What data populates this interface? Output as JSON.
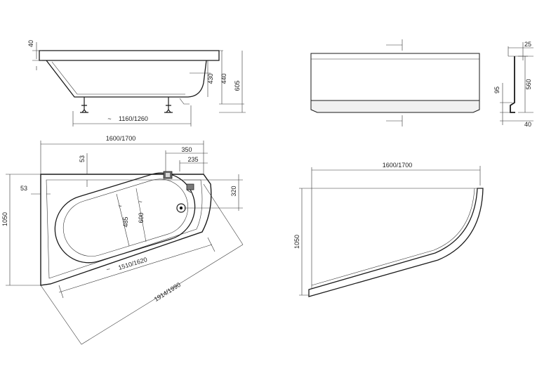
{
  "side_view": {
    "dim_rim": "40",
    "dim_height_a": "430",
    "dim_height_b": "440",
    "dim_height_total": "605",
    "dim_length": "1160/1260",
    "approx_symbol": "~"
  },
  "panel_front": {},
  "panel_section": {
    "dim_top": "25",
    "dim_height": "560",
    "dim_foot": "95",
    "dim_base": "40"
  },
  "top_view": {
    "dim_length": "1600/1700",
    "dim_offset_a": "350",
    "dim_offset_b": "235",
    "dim_top_rim": "53",
    "dim_side_rim": "53",
    "dim_drain": "320",
    "dim_depth": "1050",
    "dim_inner_width_a": "485",
    "dim_inner_width_b": "600",
    "dim_inner_length": "1510/1620",
    "dim_diagonal": "1914/1990",
    "approx_symbol": "~"
  },
  "panel_plan": {
    "dim_length": "1600/1700",
    "dim_depth": "1050"
  }
}
